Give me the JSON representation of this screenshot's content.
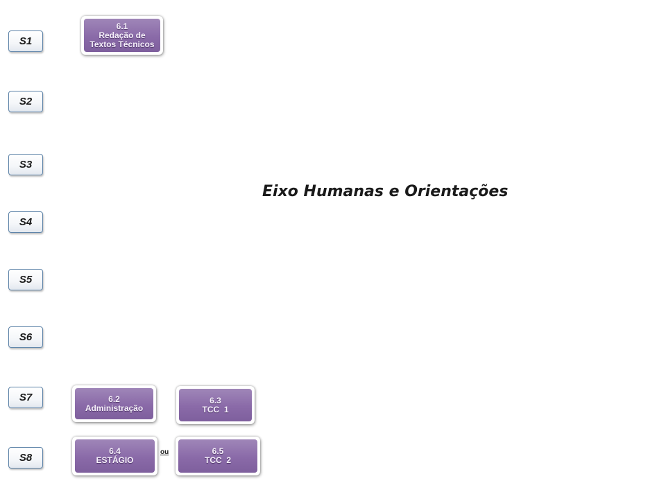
{
  "semesters": [
    "S1",
    "S2",
    "S3",
    "S4",
    "S5",
    "S6",
    "S7",
    "S8"
  ],
  "title": "Eixo Humanas e Orientações",
  "courses": {
    "c61": {
      "code": "6.1",
      "name_line1": "Redação de",
      "name_line2": "Textos Técnicos"
    },
    "c62": {
      "code": "6.2",
      "name": "Administração"
    },
    "c63": {
      "code": "6.3",
      "name": "TCC  1"
    },
    "c64": {
      "code": "6.4",
      "name": "ESTÁGIO"
    },
    "c65": {
      "code": "6.5",
      "name": "TCC  2"
    }
  },
  "connector_label": "ou",
  "colors": {
    "course_fill": "#8a6aa8",
    "semester_border": "#5d83a8"
  }
}
